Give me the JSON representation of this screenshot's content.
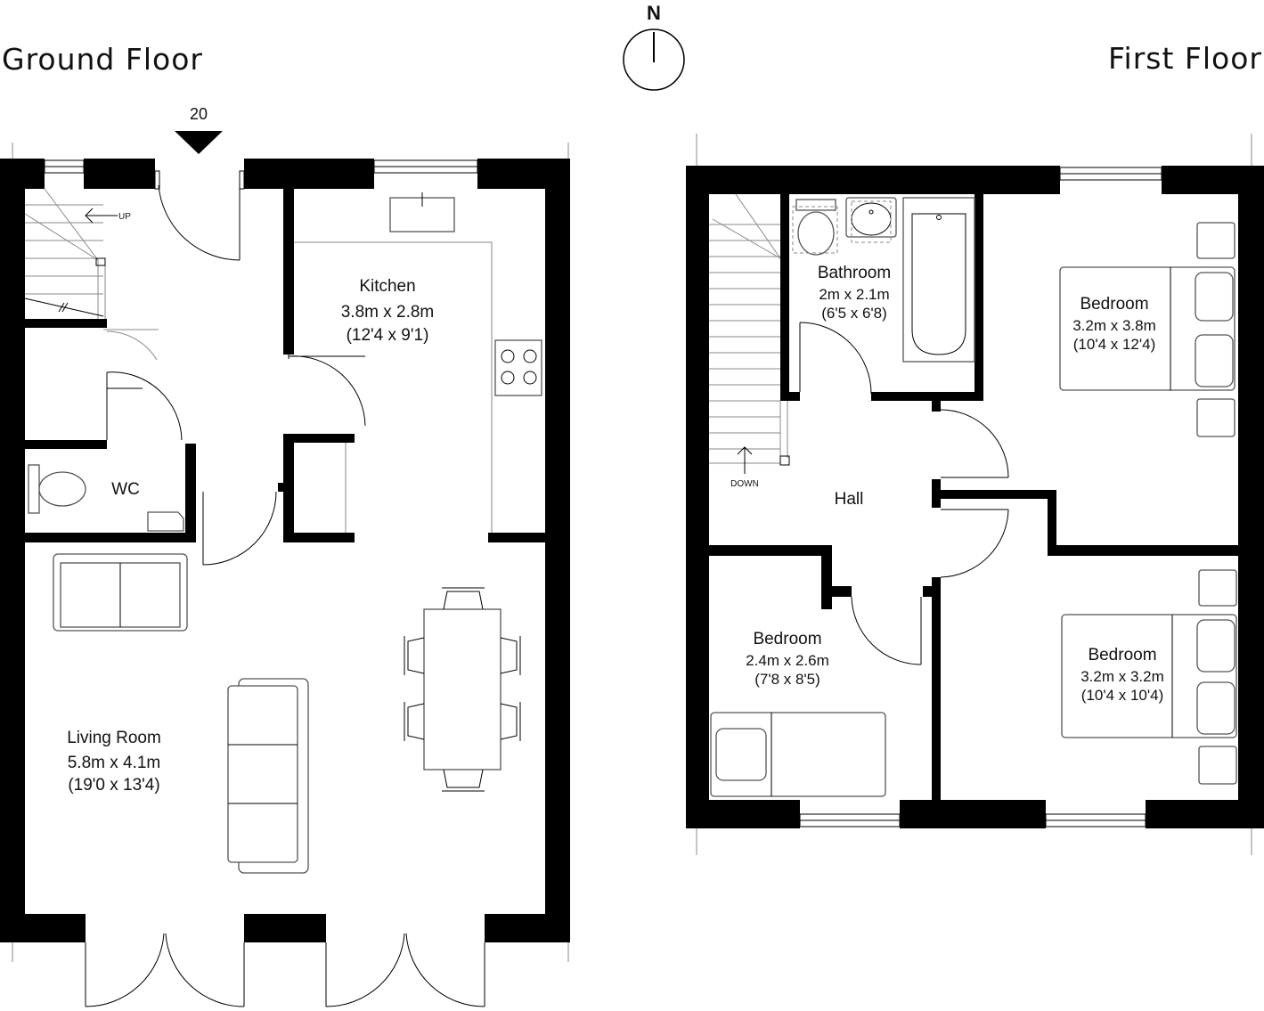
{
  "titles": {
    "ground": "Ground Floor",
    "first": "First Floor"
  },
  "north": "N",
  "house_number": "20",
  "stair_labels": {
    "up": "UP",
    "down": "DOWN"
  },
  "ground_floor": {
    "kitchen": {
      "name": "Kitchen",
      "metric": "3.8m x 2.8m",
      "imperial": "(12'4 x 9'1)"
    },
    "wc": {
      "name": "WC"
    },
    "living": {
      "name": "Living Room",
      "metric": "5.8m x 4.1m",
      "imperial": "(19'0 x 13'4)"
    }
  },
  "first_floor": {
    "bathroom": {
      "name": "Bathroom",
      "metric": "2m x 2.1m",
      "imperial": "(6'5 x 6'8)"
    },
    "bedroom1": {
      "name": "Bedroom",
      "metric": "3.2m x 3.8m",
      "imperial": "(10'4 x 12'4)"
    },
    "hall": {
      "name": "Hall"
    },
    "bedroom2": {
      "name": "Bedroom",
      "metric": "2.4m x 2.6m",
      "imperial": "(7'8 x 8'5)"
    },
    "bedroom3": {
      "name": "Bedroom",
      "metric": "3.2m x 3.2m",
      "imperial": "(10'4 x 10'4)"
    }
  }
}
